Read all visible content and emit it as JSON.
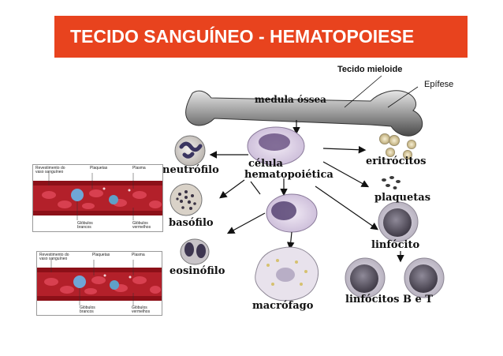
{
  "slide": {
    "title": "TECIDO SANGUÍNEO - HEMATOPOIESE",
    "accent_color": "#e8431e"
  },
  "annotations": {
    "tecido_mieloide": "Tecido mieloide",
    "epifise": "Epífese"
  },
  "diagram": {
    "bone_label": "medula óssea",
    "stem_cell_label_line1": "célula",
    "stem_cell_label_line2": "hematopoiética",
    "cells": {
      "neutrofilo": "neutrófilo",
      "basofilo": "basófilo",
      "eosinofilo": "eosinófilo",
      "macrofago": "macrófago",
      "eritrocitos": "eritrócitos",
      "plaquetas": "plaquetas",
      "linfocito": "linfócito",
      "linfocitos_bt": "linfócitos B e T"
    }
  },
  "insets": [
    {
      "captions": {
        "revestimento": "Revestimento do vaso sanguíneo",
        "plaquetas": "Plaquetas",
        "plasma": "Plasma",
        "globulos_brancos": "Glóbulos brancos",
        "globulos_vermelhos": "Glóbulos vermelhos"
      }
    },
    {
      "captions": {
        "revestimento": "Revestimento do vaso sanguíneo",
        "plaquetas": "Plaquetas",
        "plasma": "Plasma",
        "globulos_brancos": "Glóbulos brancos",
        "globulos_vermelhos": "Glóbulos vermelhos"
      }
    }
  ]
}
